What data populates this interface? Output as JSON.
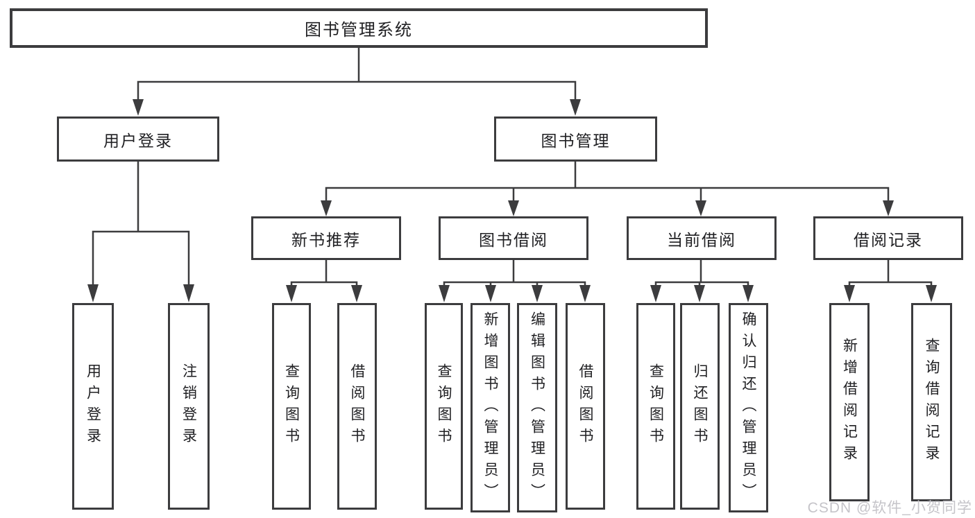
{
  "tree": {
    "root": {
      "label": "图书管理系统"
    },
    "branches": [
      {
        "label": "用户登录",
        "children": [
          {
            "label": "用户登录"
          },
          {
            "label": "注销登录"
          }
        ]
      },
      {
        "label": "图书管理",
        "children": [
          {
            "label": "新书推荐",
            "children": [
              {
                "label": "查询图书"
              },
              {
                "label": "借阅图书"
              }
            ]
          },
          {
            "label": "图书借阅",
            "children": [
              {
                "label": "查询图书"
              },
              {
                "label": "新增图书（管理员）"
              },
              {
                "label": "编辑图书（管理员）"
              },
              {
                "label": "借阅图书"
              }
            ]
          },
          {
            "label": "当前借阅",
            "children": [
              {
                "label": "查询图书"
              },
              {
                "label": "归还图书"
              },
              {
                "label": "确认归还（管理员）"
              }
            ]
          },
          {
            "label": "借阅记录",
            "children": [
              {
                "label": "新增借阅记录"
              },
              {
                "label": "查询借阅记录"
              }
            ]
          }
        ]
      }
    ]
  },
  "watermark": "CSDN @软件_小贺同学",
  "colors": {
    "line": "#3c3c3e",
    "text": "#1f1f22",
    "watermark": "#c5c4c9",
    "background": "#ffffff"
  }
}
